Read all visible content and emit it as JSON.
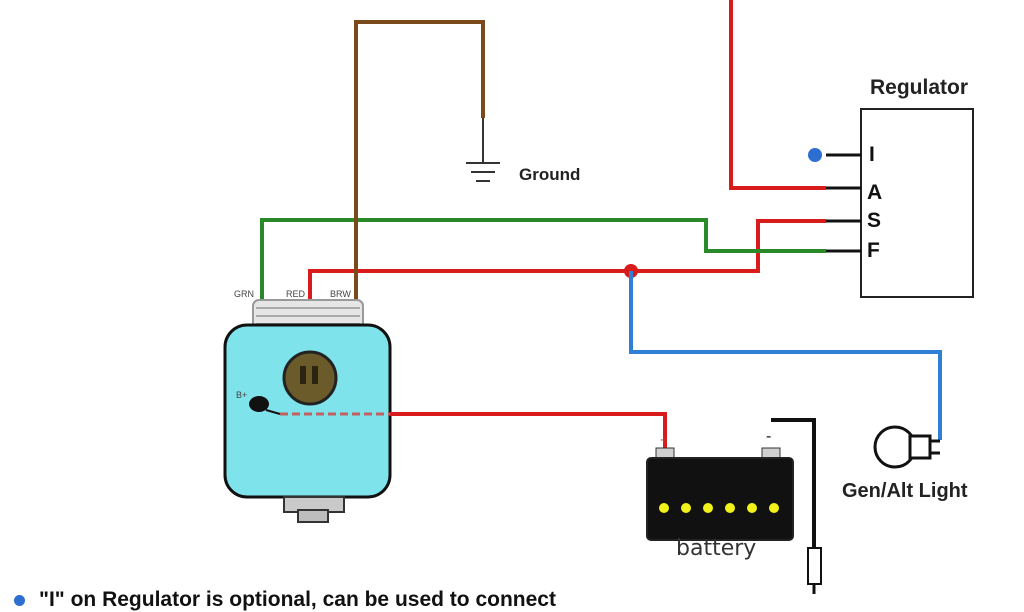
{
  "diagram": {
    "regulator": {
      "title": "Regulator",
      "terminals": [
        "I",
        "A",
        "S",
        "F"
      ]
    },
    "generator": {
      "wire_labels": [
        "GRN",
        "RED",
        "BRW"
      ],
      "post_label": "B+"
    },
    "ground_label": "Ground",
    "light_label": "Gen/Alt Light",
    "battery": {
      "label": "battery",
      "positive": "+",
      "negative": "-"
    },
    "footnote": "\"I\" on Regulator is optional, can be used to connect"
  },
  "colors": {
    "red_wire": "#d81b1b",
    "green_wire": "#2a8a2a",
    "blue_wire": "#2f7fd6",
    "brown_wire": "#7a4a1c",
    "black_wire": "#111111",
    "generator_body": "#7fe3ec",
    "connector": "#6b5a2a",
    "battery_body": "#111111",
    "battery_cells": "#f2f21a",
    "indicator_dot": "#2d6fd0"
  }
}
